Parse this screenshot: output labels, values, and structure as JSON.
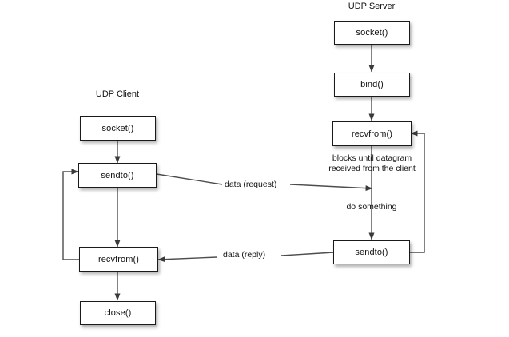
{
  "diagram": {
    "title_client": "UDP Client",
    "title_server": "UDP Server",
    "client_nodes": [
      {
        "id": "client-socket",
        "label": "socket()"
      },
      {
        "id": "client-sendto",
        "label": "sendto()"
      },
      {
        "id": "client-recvfrom",
        "label": "recvfrom()"
      },
      {
        "id": "client-close",
        "label": "close()"
      }
    ],
    "server_nodes": [
      {
        "id": "server-socket",
        "label": "socket()"
      },
      {
        "id": "server-bind",
        "label": "bind()"
      },
      {
        "id": "server-recvfrom",
        "label": "recvfrom()"
      },
      {
        "id": "server-sendto",
        "label": "sendto()"
      }
    ],
    "edge_labels": {
      "request": "data (request)",
      "reply": "data (reply)"
    },
    "notes": {
      "blocks_line1": "blocks until datagram",
      "blocks_line2": "received from the client",
      "do_something": "do something"
    },
    "colors": {
      "stroke": "#4d4d4d",
      "box_border": "#1a1a1a",
      "text": "#111111",
      "background": "#ffffff"
    }
  }
}
